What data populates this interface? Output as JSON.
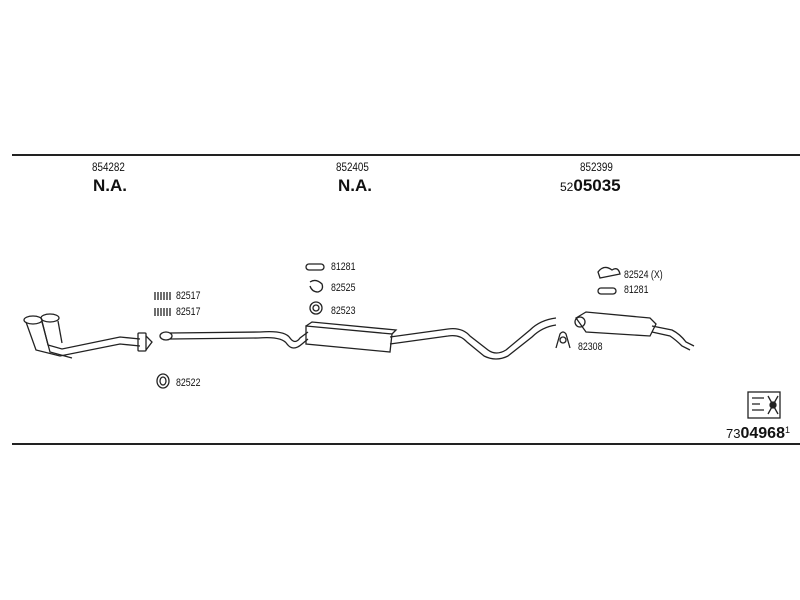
{
  "sections": [
    {
      "part_number": "854282",
      "status": "N.A."
    },
    {
      "part_number": "852405",
      "status": "N.A."
    },
    {
      "part_number": "852399",
      "ref_prefix": "52",
      "ref_main": "05035"
    }
  ],
  "callouts": {
    "c82517a": "82517",
    "c82517b": "82517",
    "c82522": "82522",
    "c81281a": "81281",
    "c82525": "82525",
    "c82523": "82523",
    "c82524": "82524 (X)",
    "c81281b": "81281",
    "c82308": "82308"
  },
  "doc_number": {
    "prefix": "73",
    "main": "04968",
    "suffix": "1"
  },
  "icons": [
    "exhaust-pipe-icon",
    "muffler-icon",
    "clamp-icon",
    "gasket-icon",
    "bracket-icon",
    "catalog-icon"
  ]
}
